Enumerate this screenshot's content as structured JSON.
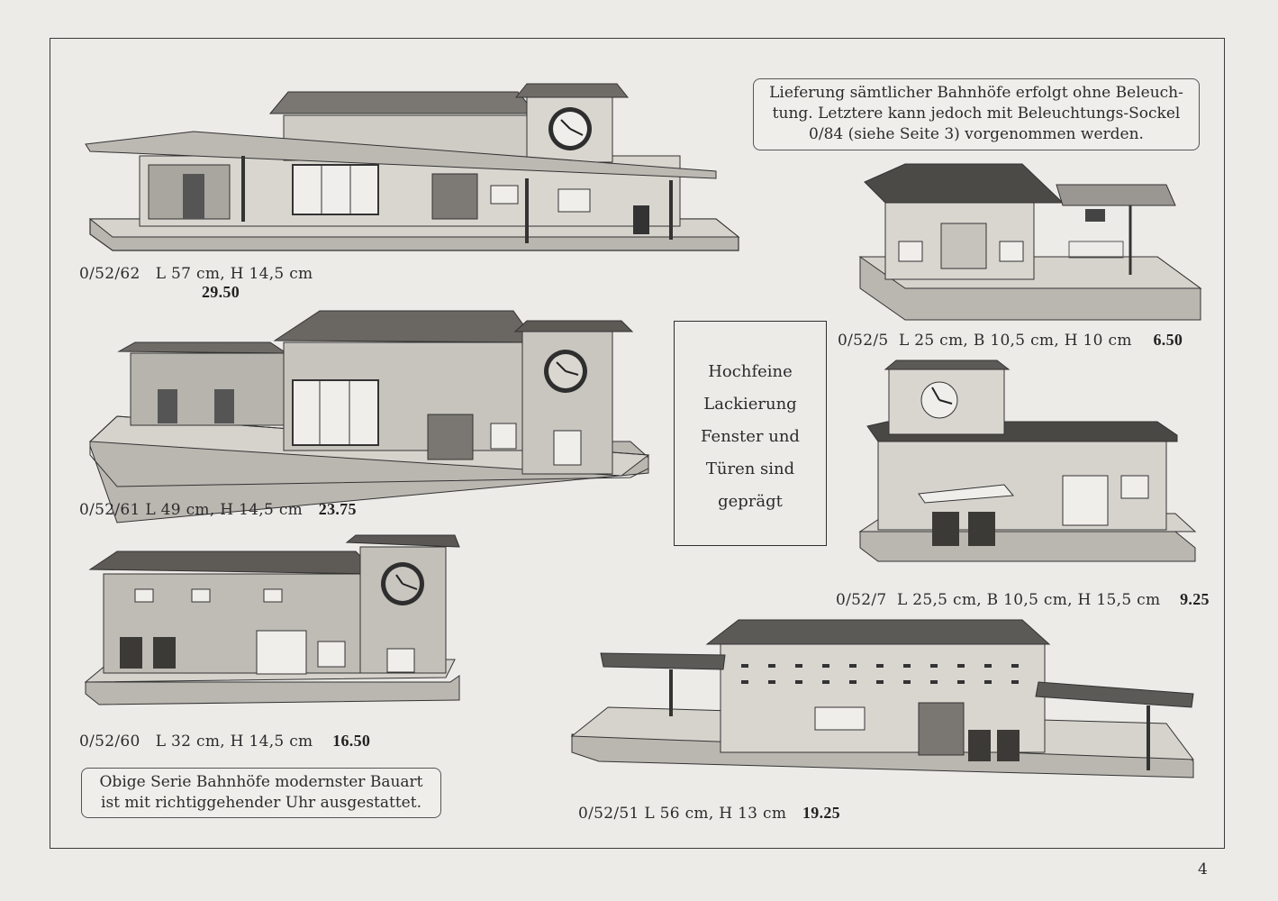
{
  "notice": {
    "line1": "Lieferung sämtlicher Bahnhöfe erfolgt ohne Beleuch-",
    "line2": "tung. Letztere kann jedoch mit Beleuchtungs-Sockel",
    "line3": "0/84 (siehe Seite 3) vorgenommen werden."
  },
  "center_box": {
    "line1": "Hochfeine",
    "line2": "Lackierung",
    "line3": "Fenster und",
    "line4": "Türen sind",
    "line5": "geprägt"
  },
  "products": [
    {
      "code": "0/52/62",
      "dims": "L 57 cm,  H 14,5 cm",
      "price": "29.50"
    },
    {
      "code": "0/52/5",
      "dims": "L 25 cm,  B 10,5 cm,  H 10 cm",
      "price": "6.50"
    },
    {
      "code": "0/52/61",
      "dims": "L 49 cm, H 14,5 cm",
      "price": "23.75"
    },
    {
      "code": "0/52/7",
      "dims": "L 25,5 cm,  B 10,5 cm,  H 15,5 cm",
      "price": "9.25"
    },
    {
      "code": "0/52/60",
      "dims": "L 32 cm,  H 14,5 cm",
      "price": "16.50"
    },
    {
      "code": "0/52/51",
      "dims": "L 56 cm,  H 13 cm",
      "price": "19.25"
    }
  ],
  "series_note": {
    "line1": "Obige Serie Bahnhöfe modernster Bauart",
    "line2": "ist mit richtiggehender Uhr ausgestattet."
  },
  "page_number": "4"
}
